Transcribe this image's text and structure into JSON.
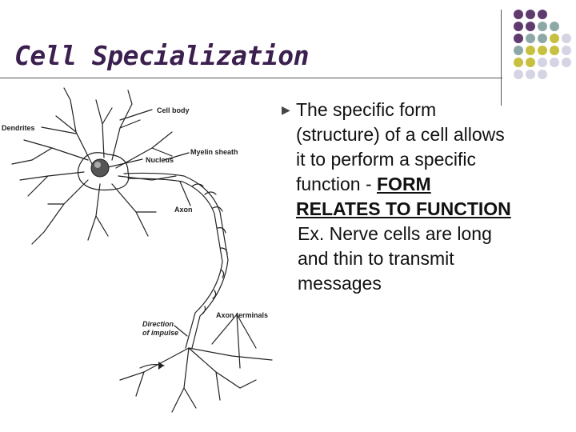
{
  "title": "Cell Specialization",
  "colors": {
    "title_color": "#3b1f4e",
    "dot_purple": "#5e3a6e",
    "dot_teal": "#8ea8a8",
    "dot_olive": "#c8c040",
    "dot_lavender": "#d4d4e4"
  },
  "diagram": {
    "labels": {
      "cell_body": "Cell body",
      "dendrites": "Dendrites",
      "myelin_sheath": "Myelin sheath",
      "nucleus": "Nucleus",
      "axon": "Axon",
      "axon_terminals": "Axon terminals",
      "direction_line1": "Direction",
      "direction_line2": "of impulse"
    }
  },
  "bullet": {
    "icon": "triangle-bullet-icon",
    "lines": [
      "The specific form",
      "(structure) of a cell allows",
      "it to perform a specific",
      "function - "
    ],
    "emph_part1": "FORM",
    "emph_part2": "RELATES TO FUNCTION"
  },
  "example": {
    "lines": [
      "Ex. Nerve cells are long",
      "and thin to transmit",
      "messages"
    ]
  }
}
